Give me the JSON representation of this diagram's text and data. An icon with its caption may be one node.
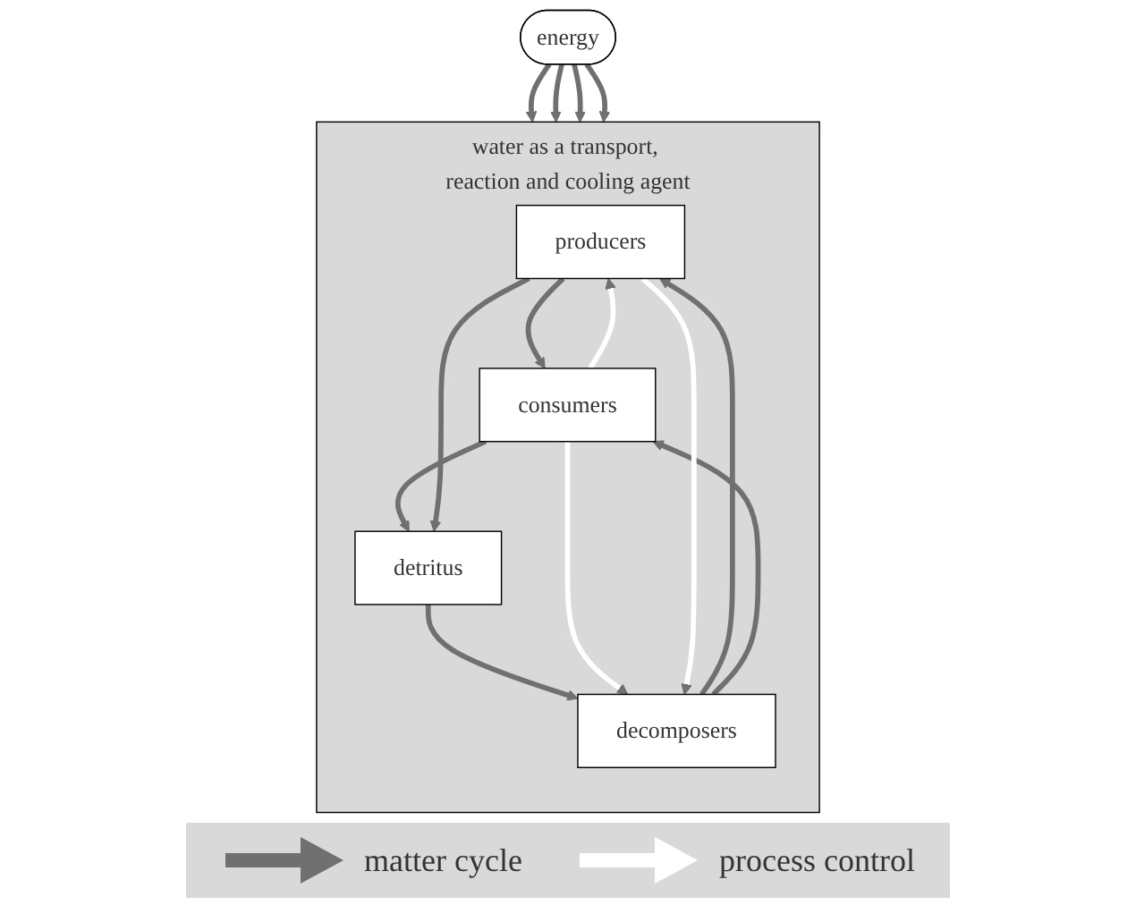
{
  "diagram": {
    "nodes": [
      {
        "text": [
          "energy"
        ]
      },
      {
        "text": [
          "water as a transport, reaction and cooling agent"
        ]
      },
      {
        "text": [
          "producers"
        ],
        "in": 1
      },
      {
        "text": [
          "decomposers"
        ],
        "in": 1
      },
      {
        "text": [
          "consumers"
        ],
        "in": 1
      },
      {
        "text": [
          "detritus"
        ],
        "in": 1
      }
    ],
    "edges": [
      {
        "from": 0,
        "to": 1,
        "arrow": "to"
      },
      {
        "from": 0,
        "to": 1,
        "arrow": "to"
      },
      {
        "from": 0,
        "to": 1,
        "arrow": "to"
      },
      {
        "from": 0,
        "to": 1,
        "arrow": "to"
      },
      {
        "from": 3,
        "to": 2,
        "arrow": "to"
      },
      {
        "from": 2,
        "to": 4,
        "arrow": "to"
      },
      {
        "from": 4,
        "to": 5,
        "arrow": "to"
      },
      {
        "from": 5,
        "to": 3,
        "arrow": "to"
      },
      {
        "from": 2,
        "to": 5,
        "arrow": "to"
      },
      {
        "from": 3,
        "to": 4,
        "arrow": "to"
      },
      {
        "from": 4,
        "to": 3,
        "arrow": "to",
        "color": "#ffffff"
      },
      {
        "from": 2,
        "to": 3,
        "arrow": "to",
        "color": "#ffffff"
      },
      {
        "from": 4,
        "to": 2,
        "arrow": "to",
        "color": "#ffffff"
      }
    ],
    "legend": [
      {
        "text": "matter cycle"
      },
      {
        "text": "process control"
      }
    ]
  }
}
